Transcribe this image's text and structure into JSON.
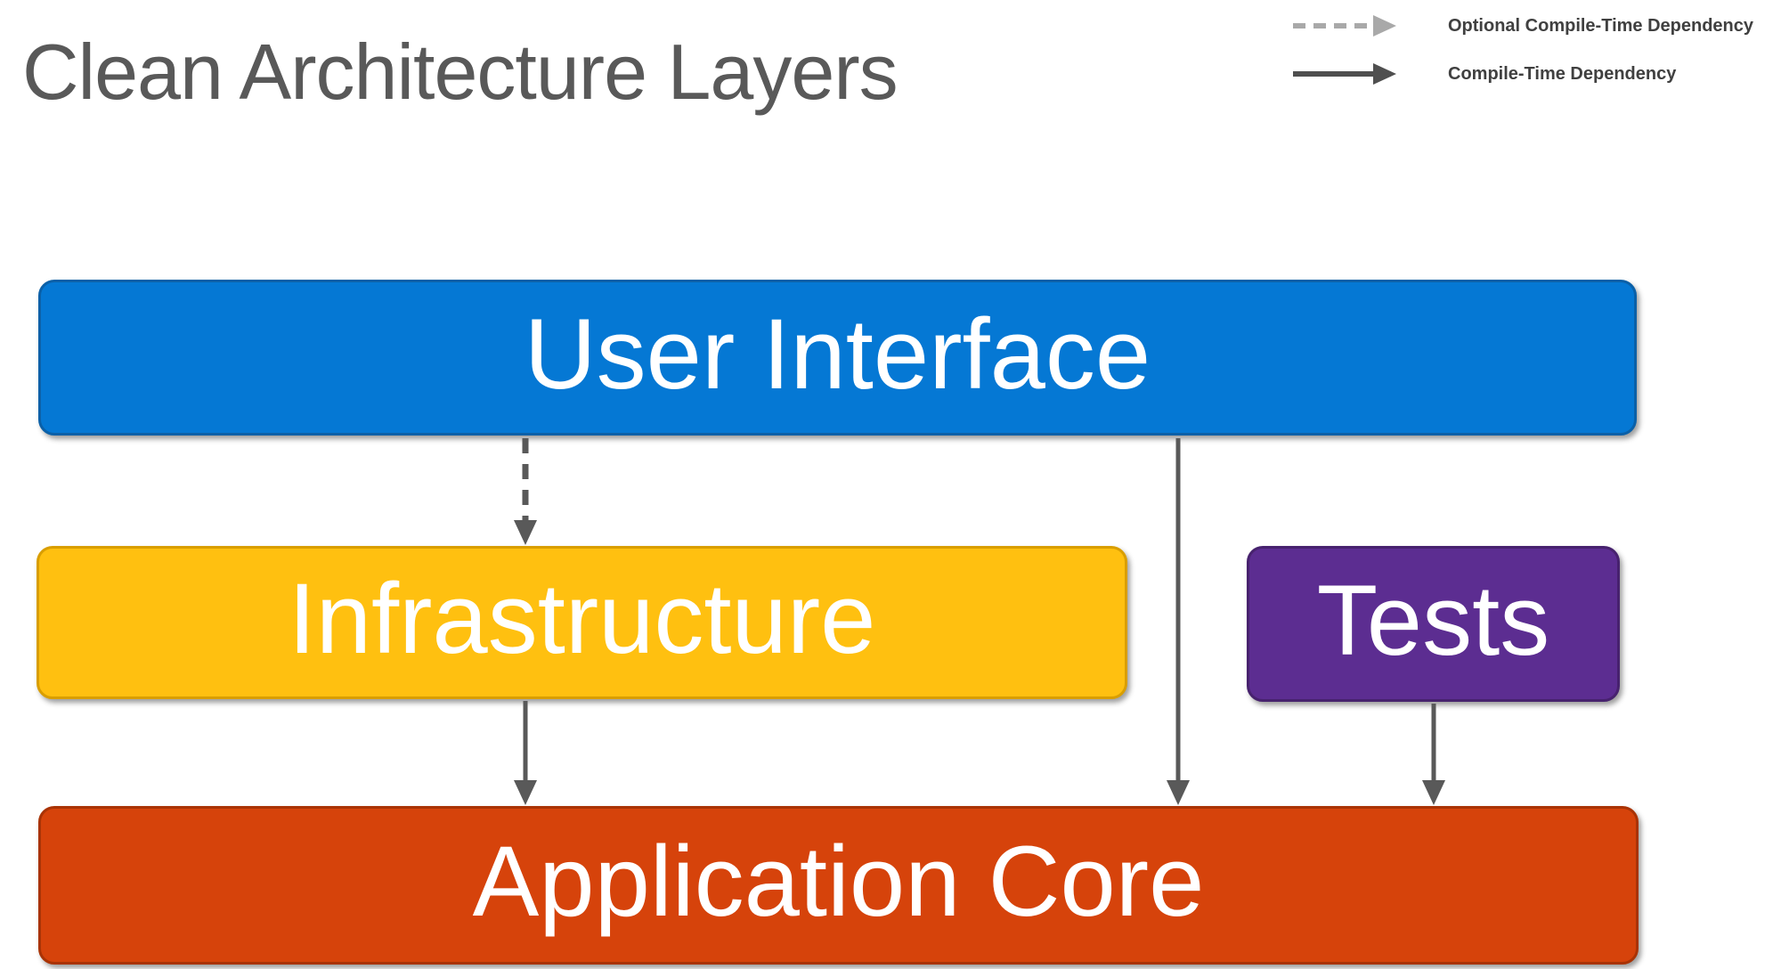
{
  "title": "Clean Architecture Layers",
  "colors": {
    "title_text": "#595959",
    "legend_text": "#404040",
    "arrow": "#595959",
    "legend_dashed_arrow": "#a9a9a9",
    "legend_solid_arrow": "#4f4f4f",
    "background": "#ffffff"
  },
  "legend": {
    "items": [
      {
        "style": "dashed",
        "label": "Optional Compile-Time Dependency"
      },
      {
        "style": "solid",
        "label": "Compile-Time Dependency"
      }
    ]
  },
  "boxes": {
    "user_interface": {
      "label": "User Interface",
      "fill": "#0578d4"
    },
    "infrastructure": {
      "label": "Infrastructure",
      "fill": "#ffc010"
    },
    "tests": {
      "label": "Tests",
      "fill": "#5c2d91"
    },
    "application_core": {
      "label": "Application Core",
      "fill": "#d6430b"
    }
  },
  "arrows": [
    {
      "name": "ui-to-infrastructure",
      "type": "optional-dashed",
      "from": "User Interface",
      "to": "Infrastructure"
    },
    {
      "name": "ui-to-application-core",
      "type": "solid",
      "from": "User Interface",
      "to": "Application Core"
    },
    {
      "name": "infrastructure-to-application-core",
      "type": "solid",
      "from": "Infrastructure",
      "to": "Application Core"
    },
    {
      "name": "tests-to-application-core",
      "type": "solid",
      "from": "Tests",
      "to": "Application Core"
    }
  ]
}
